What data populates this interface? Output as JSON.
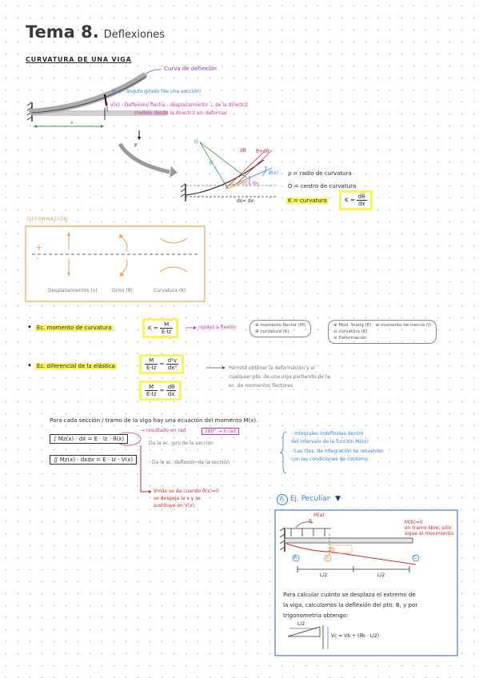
{
  "title": {
    "main": "Tema 8.",
    "sub": "Deflexiones"
  },
  "section1": {
    "heading": "CURVATURA DE UNA VIGA",
    "curve_label": "Curva de deflexión",
    "theta_label": "θ(x) - ángulo girado (de una sección)",
    "v_label_1": "v(x) - Deflexión/ flecha - desplazamiento ⊥ de la directriz",
    "v_label_2": "medido desde la directriz sin deformar",
    "x_label": "x",
    "p_label": "P"
  },
  "detail": {
    "dtheta": "dθ",
    "theta_dtheta": "θ+dθ",
    "theta_x": "θ(x)",
    "rho": "ρ",
    "o": "O",
    "dv": "dv",
    "ds_dx": "ds≈ dx",
    "arc_text": "ds ≈ dx"
  },
  "definitions": {
    "rho_def": "ρ = radio de curvatura",
    "o_def": "O = centro de curvatura",
    "k_def": "K = curvatura",
    "k_formula_lhs": "K =",
    "k_num": "dθ",
    "k_den": "dx"
  },
  "deformacion": {
    "heading": "DEFORMACIÓN",
    "plus": "+",
    "minus": "-",
    "labels": [
      "Desplazamientos (v)",
      "Giros (θ)",
      "Curvatura (K)"
    ]
  },
  "eq1": {
    "label": "Ec. momento de curvatura",
    "lhs": "K =",
    "num": "M",
    "den": "E·Iz",
    "note": "rigidez a flexión",
    "pill1": [
      "⊕ momento flector (M)",
      "⊕ curvatura (K)"
    ],
    "pill2": [
      "⊕ Mod. Young (E) · ⊕ momento de inercia (I)",
      "⊖ curvatura (K)",
      "⊖ Deformación"
    ]
  },
  "eq2": {
    "label": "Ec. diferencial de la elástica",
    "f1_num": "M",
    "f1_den": "E·Iz",
    "f1_rhs_num": "d²v",
    "f1_rhs_den": "dx²",
    "f2_num": "M",
    "f2_den": "E·Iz",
    "f2_rhs_num": "dθ",
    "f2_rhs_den": "dx",
    "note_1": "Permite obtener la deformación y el",
    "note_2": "cualquier pto. de una viga partiendo de la",
    "note_3": "ec. de momentos flectores"
  },
  "integrals": {
    "intro": "Para cada sección / tramo de la viga hay una ecuación del momento M(x).",
    "result_note": "→ resultado en rad. ·",
    "deg_conv": "180° → π rad",
    "int1": "∫ Mz(x) · dx  =  E · Iz · θ(x)",
    "int1_note": "Da la ec. giro de la sección",
    "int2": "∬ Mz(x) · dxdx  =  E · Iz · V(x)",
    "int2_note": "Da la ec. deflexión de la sección",
    "side_1": "- Integrales indefinidas dentro",
    "side_2": "del intervalo de la función Mz(x)",
    "side_3": "- Las ctes. de integración se resuelven",
    "side_4": "con las condiciones de contorno",
    "vmax_1": "Vmáx se da cuando θ(x)=0",
    "vmax_2": "se despeja la x y se",
    "vmax_3": "sustituye en V(x)."
  },
  "example": {
    "heading": "Ej. Peculiar",
    "q": "q",
    "ma": "M(a)",
    "mb_note_1": "M(b)=0",
    "mb_note_2": "en tramo libre, sólo",
    "mb_note_3": "sigue el movimiento",
    "point_a": "A",
    "point_b": "B",
    "point_c": "C",
    "len1": "L/2",
    "len2": "L/2",
    "theta_b": "θb",
    "desc_1": "Para calcular cuánto se desplaza el extremo de",
    "desc_2": "la viga, calculamos la deflexión del pto. B, y por",
    "desc_3": "trigonometría obtengo:",
    "tri_top": "L/2",
    "tri_eq": "Vc = Vb + (θb · L/2)"
  }
}
